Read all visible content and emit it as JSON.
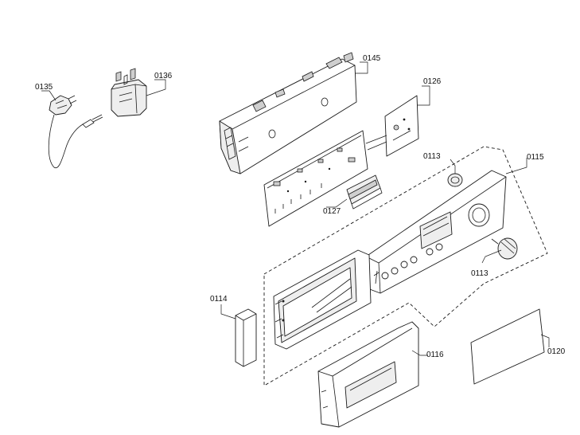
{
  "parts": [
    {
      "id": "cable",
      "label": "0135"
    },
    {
      "id": "filter",
      "label": "0136"
    },
    {
      "id": "module-housing",
      "label": "0145"
    },
    {
      "id": "display-board",
      "label": "0126"
    },
    {
      "id": "knob-top",
      "label": "0113"
    },
    {
      "id": "panel",
      "label": "0115"
    },
    {
      "id": "control-board",
      "label": "0127"
    },
    {
      "id": "knob-side",
      "label": "0113"
    },
    {
      "id": "pad",
      "label": "0114"
    },
    {
      "id": "handle",
      "label": "0116"
    },
    {
      "id": "sheet",
      "label": "0120"
    }
  ]
}
